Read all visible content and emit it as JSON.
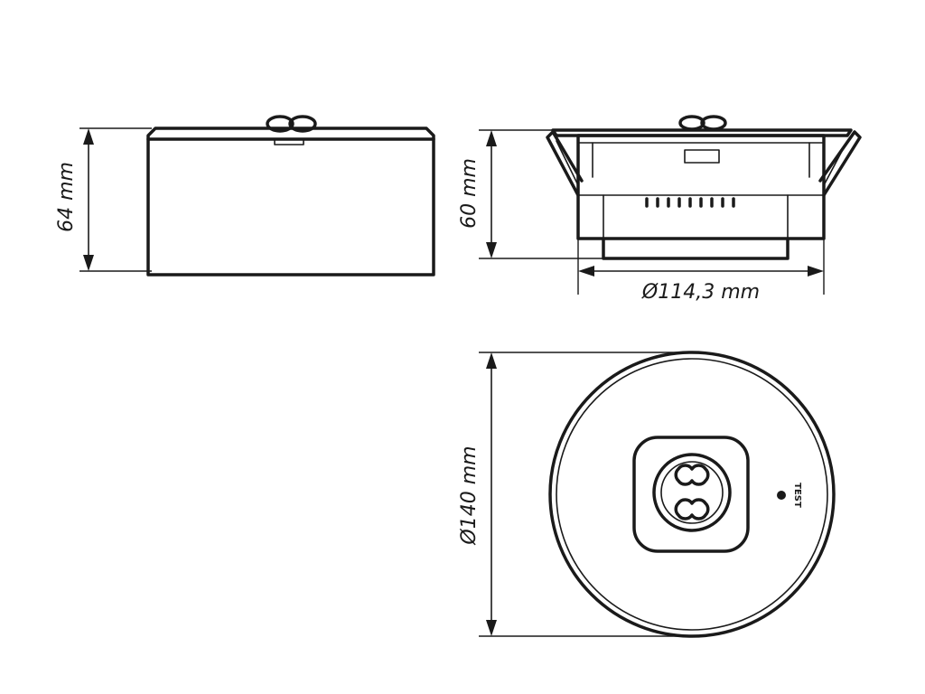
{
  "views": {
    "side_view_1": {
      "height_label": "64 mm"
    },
    "side_view_2": {
      "height_label": "60 mm",
      "cutout_diameter_label": "Ø114,3 mm"
    },
    "top_view": {
      "diameter_label": "Ø140 mm",
      "test_label": "TEST"
    }
  },
  "colors": {
    "line": "#1a1a1a",
    "background": "#ffffff"
  }
}
